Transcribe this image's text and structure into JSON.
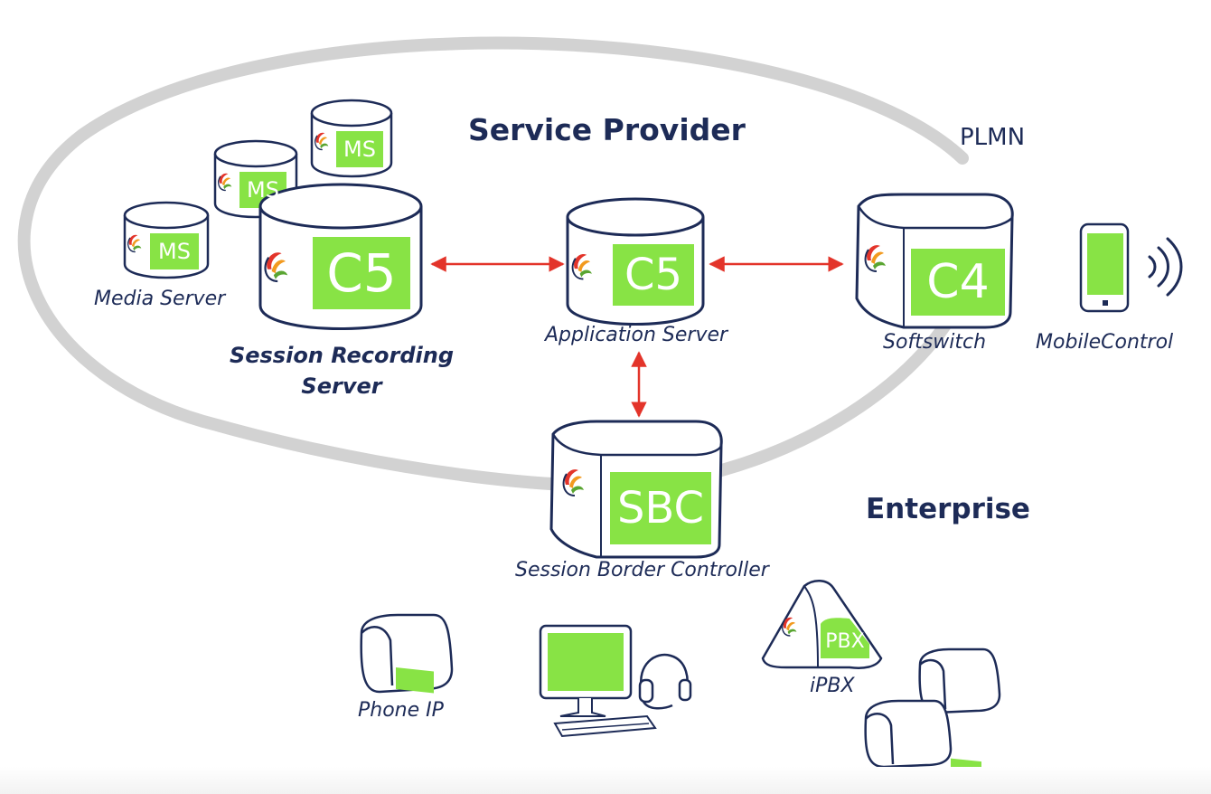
{
  "regions": {
    "service_provider": "Service Provider",
    "plmn": "PLMN",
    "enterprise": "Enterprise"
  },
  "nodes": {
    "media_server_left": {
      "badge": "MS"
    },
    "media_server_mid": {
      "badge": "MS"
    },
    "media_server_top": {
      "badge": "MS"
    },
    "media_server_caption": "Media Server",
    "session_recording_server": {
      "badge": "C5",
      "caption_line1": "Session Recording",
      "caption_line2": "Server"
    },
    "application_server": {
      "badge": "C5",
      "caption": "Application Server"
    },
    "softswitch": {
      "badge": "C4",
      "caption": "Softswitch"
    },
    "mobile_control": {
      "caption": "MobileControl"
    },
    "session_border_controller": {
      "badge": "SBC",
      "caption": "Session Border Controller"
    },
    "phone_ip": {
      "caption": "Phone IP"
    },
    "ipbx": {
      "badge": "PBX",
      "caption": "iPBX"
    }
  },
  "colors": {
    "navy": "#1d2b57",
    "screen_green": "#88e345",
    "arrow_red": "#e3342a",
    "outline": "#1d2b57",
    "ellipse_gray": "#d0d0d0"
  },
  "icons": [
    "logo-icon",
    "mobile-phone-icon",
    "signal-waves-icon",
    "desk-phone-icon",
    "computer-icon",
    "headset-icon"
  ]
}
